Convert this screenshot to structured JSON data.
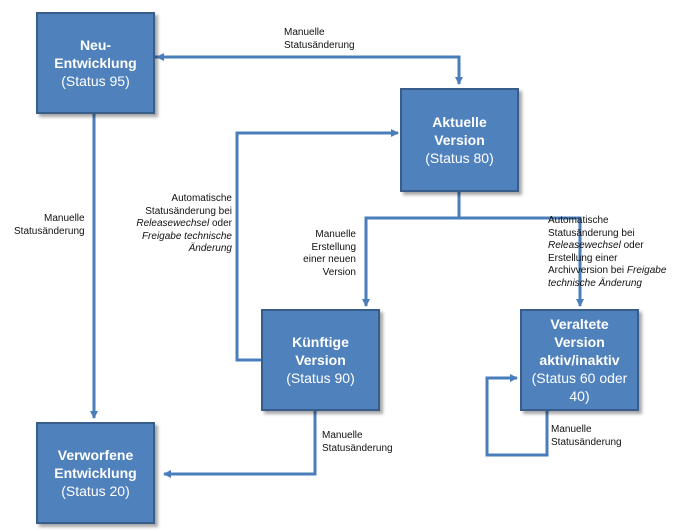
{
  "nodes": {
    "neu": {
      "title1": "Neu-",
      "title2": "Entwicklung",
      "status": "(Status 95)"
    },
    "aktuell": {
      "title1": "Aktuelle",
      "title2": "Version",
      "status": "(Status 80)"
    },
    "kuenftig": {
      "title1": "Künftige",
      "title2": "Version",
      "status": "(Status 90)"
    },
    "veraltet": {
      "title1": "Veraltete",
      "title2": "Version",
      "title3": "aktiv/inaktiv",
      "status1": "(Status 60 oder",
      "status2": "40)"
    },
    "verworfen": {
      "title1": "Verworfene",
      "title2": "Entwicklung",
      "status": "(Status 20)"
    }
  },
  "labels": {
    "top": {
      "line1": "Manuelle",
      "line2": "Statusänderung"
    },
    "left": {
      "line1": "Manuelle",
      "line2": "Statusänderung"
    },
    "auto_left": {
      "line1": "Automatische",
      "line2": "Statusänderung bei",
      "line3_italic": "Releasewechsel",
      "line3_rest": " oder",
      "line4_italic": "Freigabe technische",
      "line5_italic": "Änderung"
    },
    "erstellung": {
      "line1": "Manuelle",
      "line2": "Erstellung",
      "line3": "einer neuen",
      "line4": "Version"
    },
    "auto_right": {
      "line1": "Automatische",
      "line2": "Statusänderung bei",
      "line3_italic": "Releasewechsel",
      "line3_rest": " oder",
      "line4": "Erstellung einer",
      "line5_pre": "Archivversion bei ",
      "line5_italic": "Freigabe",
      "line6_italic": "technische Änderung"
    },
    "bottom_mid": {
      "line1": "Manuelle",
      "line2": "Statusänderung"
    },
    "loop": {
      "line1": "Manuelle",
      "line2": "Statusänderung"
    }
  },
  "colors": {
    "box_fill": "#4f81bd",
    "box_border": "#385d8a",
    "arrow": "#4a7ebb",
    "text": "#ffffff"
  }
}
